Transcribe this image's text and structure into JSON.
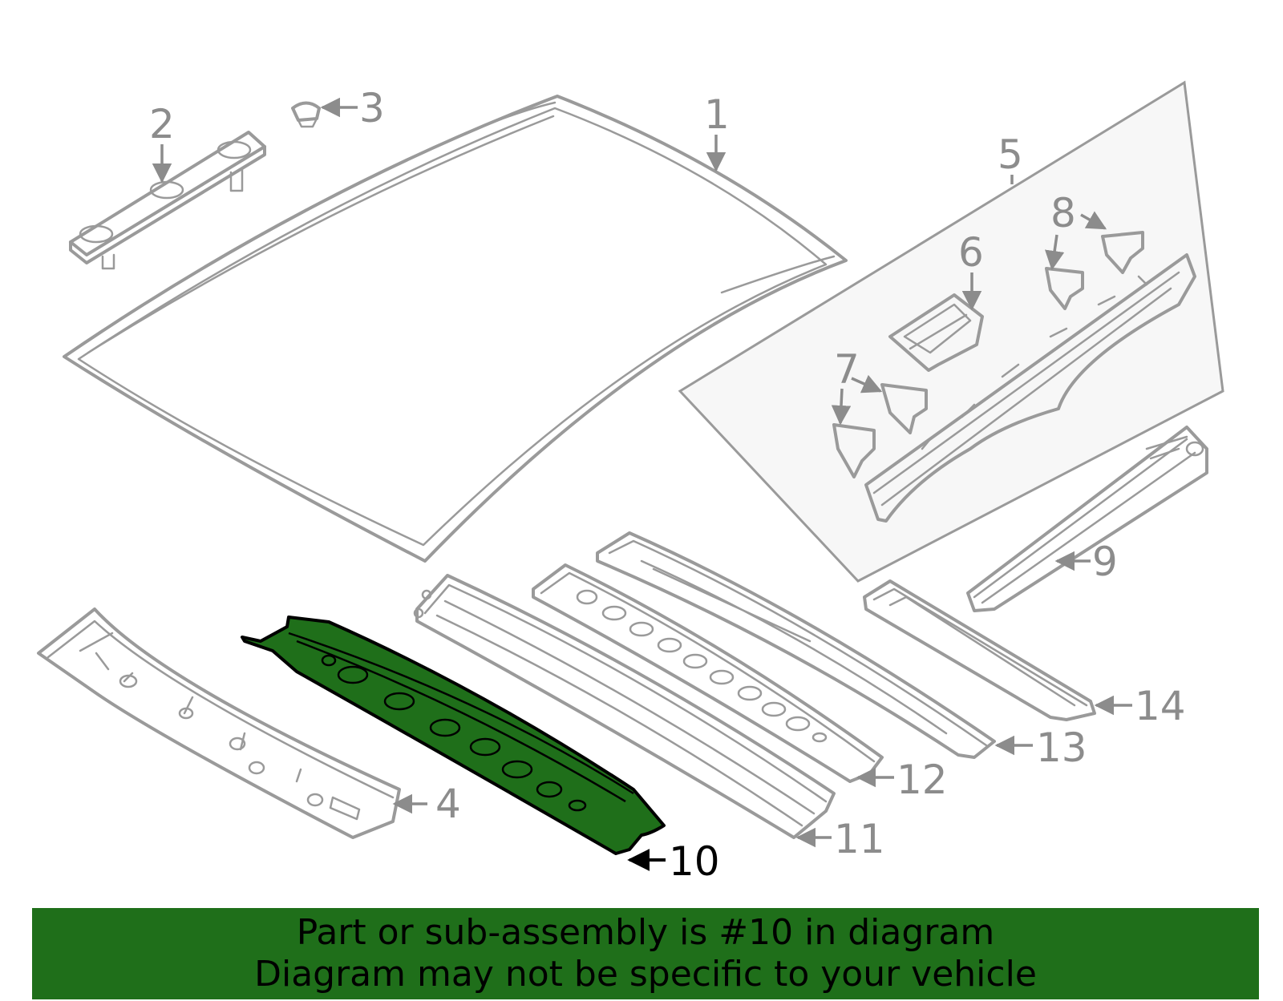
{
  "callouts": {
    "c1": "1",
    "c2": "2",
    "c3": "3",
    "c4": "4",
    "c5": "5",
    "c6": "6",
    "c7": "7",
    "c8": "8",
    "c9": "9",
    "c10": "10",
    "c11": "11",
    "c12": "12",
    "c13": "13",
    "c14": "14"
  },
  "highlight": {
    "part_number": "10",
    "color": "#1f6f1a"
  },
  "banner": {
    "line1": "Part or sub-assembly is #10 in diagram",
    "line2": "Diagram may not be specific to your vehicle",
    "background": "#1f6f1a"
  }
}
